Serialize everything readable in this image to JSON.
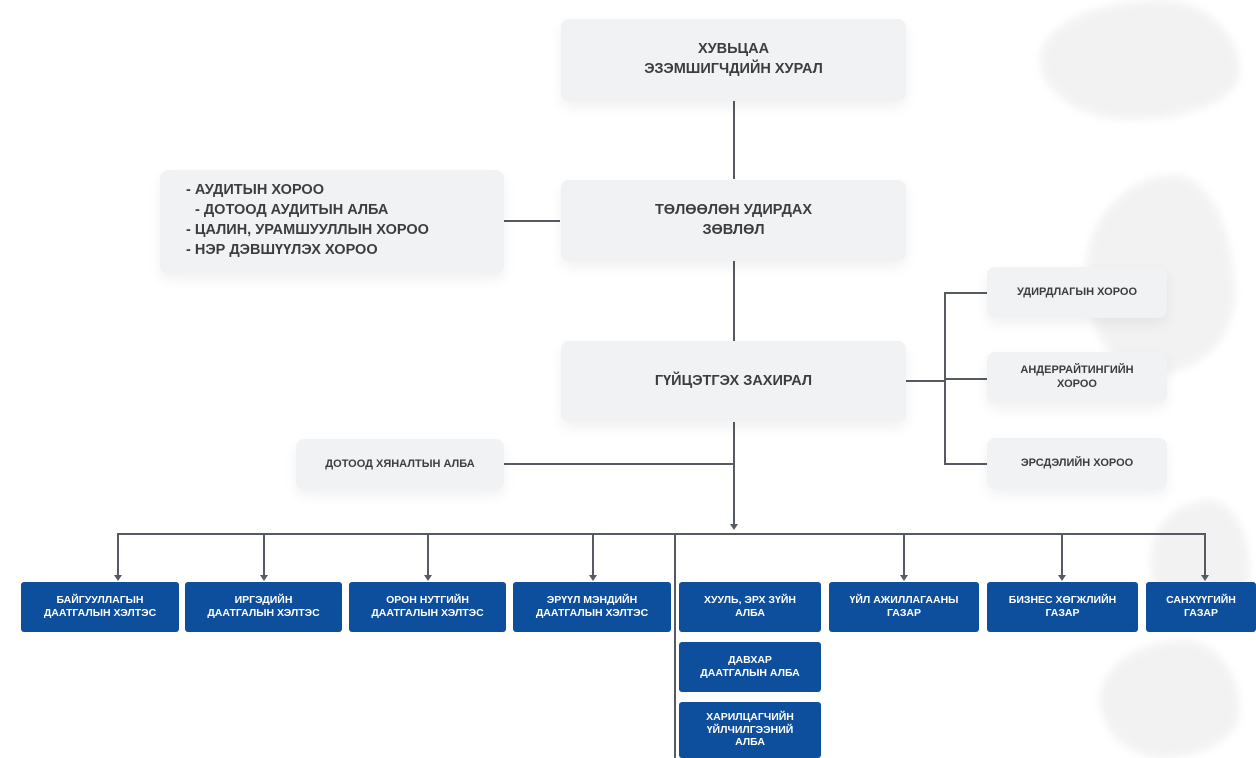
{
  "board": {
    "shareholders": [
      "ХУВЬЦАА",
      "ЭЗЭМШИГЧДИЙН ХУРАЛ"
    ],
    "directors": [
      "ТӨЛӨӨЛӨН УДИРДАХ",
      "ЗӨВЛӨЛ"
    ],
    "ceo": "ГҮЙЦЭТГЭХ ЗАХИРАЛ"
  },
  "board_committees": [
    "- АУДИТЫН ХОРОО",
    "- ДОТООД АУДИТЫН АЛБА",
    "- ЦАЛИН, УРАМШУУЛЛЫН ХОРОО",
    "- НЭР ДЭВШҮҮЛЭХ ХОРОО"
  ],
  "ceo_committees": [
    [
      "УДИРДЛАГЫН ХОРОО"
    ],
    [
      "АНДЕРРАЙТИНГИЙН",
      "ХОРОО"
    ],
    [
      "ЭРСДЭЛИЙН ХОРОО"
    ]
  ],
  "internal_control": "ДОТООД ХЯНАЛТЫН АЛБА",
  "departments": [
    [
      "БАЙГУУЛЛАГЫН",
      "ДААТГАЛЫН ХЭЛТЭС"
    ],
    [
      "ИРГЭДИЙН",
      "ДААТГАЛЫН ХЭЛТЭС"
    ],
    [
      "ОРОН НУТГИЙН",
      "ДААТГАЛЫН ХЭЛТЭС"
    ],
    [
      "ЭРҮҮЛ МЭНДИЙН",
      "ДААТГАЛЫН ХЭЛТЭС"
    ],
    [
      "ХУУЛЬ, ЭРХ ЗҮЙН",
      "АЛБА"
    ],
    [
      "ҮЙЛ АЖИЛЛАГААНЫ",
      "ГАЗАР"
    ],
    [
      "БИЗНЕС ХӨГЖЛИЙН",
      "ГАЗАР"
    ],
    [
      "САНХҮҮГИЙН",
      "ГАЗАР"
    ]
  ],
  "sub_units": [
    [
      "ДАВХАР",
      "ДААТГАЛЫН АЛБА"
    ],
    [
      "ХАРИЛЦАГЧИЙН",
      "ҮЙЛЧИЛГЭЭНИЙ",
      "АЛБА"
    ]
  ],
  "colors": {
    "department_fill": "#0d4f9c",
    "node_fill": "#f1f2f4",
    "connector": "#555a63",
    "text_dark": "#3d3d3f"
  }
}
